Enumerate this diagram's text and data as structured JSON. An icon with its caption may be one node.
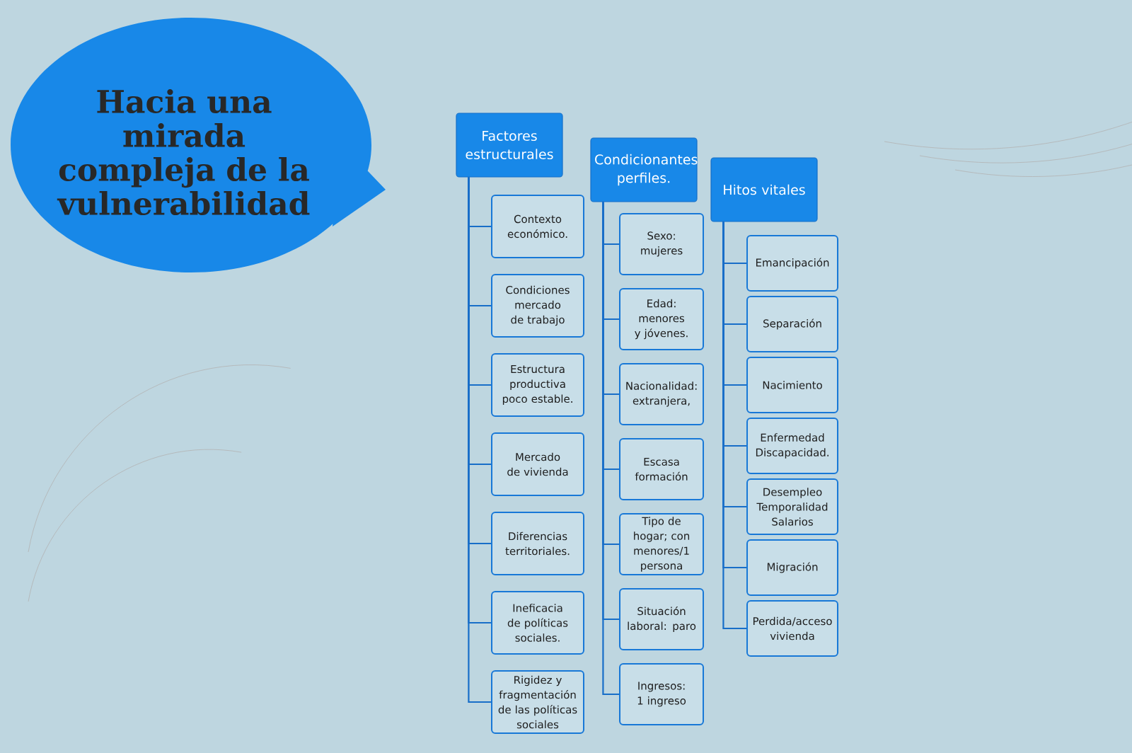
{
  "diagram": {
    "title": "Hacia una mirada compleja de la vulnerabilidad",
    "nodes": [
      {
        "text": [
          "Factores estructurales"
        ]
      },
      {
        "text": [
          "Contexto económico."
        ]
      },
      {
        "text": [
          "Condiciones mercado de trabajo"
        ]
      },
      {
        "text": [
          "Estructura productiva poco estable."
        ]
      },
      {
        "text": [
          "Mercado de vivienda"
        ]
      },
      {
        "text": [
          "Diferencias territoriales."
        ]
      },
      {
        "text": [
          "Ineficacia de políticas sociales."
        ]
      },
      {
        "text": [
          "Rigidez y fragmentación de las políticas sociales"
        ]
      },
      {
        "text": [
          "Condicionantes perfiles."
        ]
      },
      {
        "text": [
          "Sexo: mujeres"
        ]
      },
      {
        "text": [
          "Edad: menores y jóvenes."
        ]
      },
      {
        "text": [
          "Nacionalidad: extranjera,"
        ]
      },
      {
        "text": [
          "Escasa formación"
        ]
      },
      {
        "text": [
          "Tipo de hogar; con menores/1 persona"
        ]
      },
      {
        "text": [
          "Situación laboral: paro"
        ]
      },
      {
        "text": [
          "Ingresos: 1 ingreso"
        ]
      },
      {
        "text": [
          "Hitos vitales"
        ]
      },
      {
        "text": [
          "Emancipación"
        ]
      },
      {
        "text": [
          "Separación"
        ]
      },
      {
        "text": [
          "Nacimiento"
        ]
      },
      {
        "text": [
          "Enfermedad Discapacidad."
        ]
      },
      {
        "text": [
          "Desempleo Temporalidad Salarios"
        ]
      },
      {
        "text": [
          "Migración"
        ]
      },
      {
        "text": [
          "Perdida/acceso vivienda"
        ]
      }
    ],
    "edges": [
      {
        "from": 0,
        "to": 1,
        "arrow": "none"
      },
      {
        "from": 0,
        "to": 2,
        "arrow": "none"
      },
      {
        "from": 0,
        "to": 3,
        "arrow": "none"
      },
      {
        "from": 0,
        "to": 4,
        "arrow": "none"
      },
      {
        "from": 0,
        "to": 5,
        "arrow": "none"
      },
      {
        "from": 0,
        "to": 6,
        "arrow": "none"
      },
      {
        "from": 0,
        "to": 7,
        "arrow": "none"
      },
      {
        "from": 8,
        "to": 9,
        "arrow": "none"
      },
      {
        "from": 8,
        "to": 10,
        "arrow": "none"
      },
      {
        "from": 8,
        "to": 11,
        "arrow": "none"
      },
      {
        "from": 8,
        "to": 12,
        "arrow": "none"
      },
      {
        "from": 8,
        "to": 13,
        "arrow": "none"
      },
      {
        "from": 8,
        "to": 14,
        "arrow": "none"
      },
      {
        "from": 8,
        "to": 15,
        "arrow": "none"
      },
      {
        "from": 16,
        "to": 17,
        "arrow": "none"
      },
      {
        "from": 16,
        "to": 18,
        "arrow": "none"
      },
      {
        "from": 16,
        "to": 19,
        "arrow": "none"
      },
      {
        "from": 16,
        "to": 20,
        "arrow": "none"
      },
      {
        "from": 16,
        "to": 21,
        "arrow": "none"
      },
      {
        "from": 16,
        "to": 22,
        "arrow": "none"
      },
      {
        "from": 16,
        "to": 23,
        "arrow": "none"
      }
    ]
  }
}
